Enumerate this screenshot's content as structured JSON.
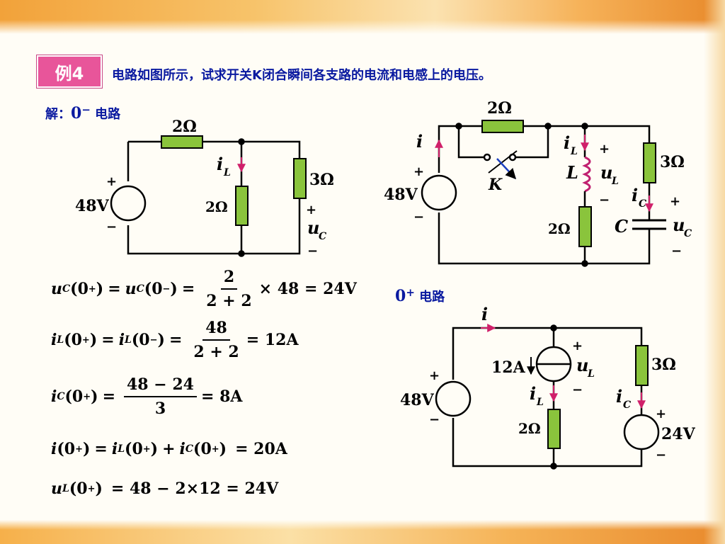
{
  "badge": "例4",
  "problem": "电路如图所示，试求开关K闭合瞬间各支路的电流和电感上的电压。",
  "solution_label": "解：",
  "circuit_minus_label": {
    "prefix": "0",
    "sup": "−",
    "text": " 电路"
  },
  "circuit_plus_label": {
    "prefix": "0",
    "sup": "+",
    "text": " 电路"
  },
  "left_circuit": {
    "r_top": "2Ω",
    "r_mid": "2Ω",
    "r_right": "3Ω",
    "source": "48V",
    "plus": "+",
    "minus": "−",
    "i_l": "i",
    "i_l_sub": "L",
    "u_c": "u",
    "u_c_sub": "C"
  },
  "right_circuit": {
    "r_top": "2Ω",
    "r_bottom": "2Ω",
    "r_right": "3Ω",
    "source": "48V",
    "plus": "+",
    "minus": "−",
    "switch": "K",
    "inductor": "L",
    "capacitor": "C",
    "i": "i",
    "i_l": "i",
    "i_l_sub": "L",
    "u_l": "u",
    "u_l_sub": "L",
    "i_c": "i",
    "i_c_sub": "C",
    "u_c": "u",
    "u_c_sub": "C"
  },
  "plus_circuit": {
    "source": "48V",
    "current_source": "12A",
    "voltage_source": "24V",
    "r_mid": "2Ω",
    "r_right": "3Ω",
    "plus": "+",
    "minus": "−",
    "i": "i",
    "i_l": "i",
    "i_l_sub": "L",
    "u_l": "u",
    "u_l_sub": "L",
    "i_c": "i",
    "i_c_sub": "C"
  },
  "equations": {
    "eq1": {
      "lhs_v": "u",
      "lhs_sub": "C",
      "arg1": "(0",
      "sup1": "+",
      "mid_v": "u",
      "mid_sub": "C",
      "arg2": "(0",
      "sup2": "−",
      "num": "2",
      "den": "2 + 2",
      "tail": "× 48 = 24V"
    },
    "eq2": {
      "lhs_v": "i",
      "lhs_sub": "L",
      "arg1": "(0",
      "sup1": "+",
      "mid_v": "i",
      "mid_sub": "L",
      "arg2": "(0",
      "sup2": "−",
      "num": "48",
      "den": "2 + 2",
      "tail": "= 12A"
    },
    "eq3": {
      "lhs_v": "i",
      "lhs_sub": "C",
      "arg1": "(0",
      "sup1": "+",
      "num": "48 − 24",
      "den": "3",
      "tail": "= 8A"
    },
    "eq4": {
      "a_v": "i",
      "arg": "(0",
      "sup": "+",
      "b_v": "i",
      "b_sub": "L",
      "c_v": "i",
      "c_sub": "C",
      "tail": "= 20A"
    },
    "eq5": {
      "lhs_v": "u",
      "lhs_sub": "L",
      "arg": "(0",
      "sup": "+",
      "tail": "= 48 − 2×12 = 24V"
    }
  },
  "colors": {
    "badge": "#e8559a",
    "blue_text": "#0a1aa0",
    "resistor": "#8ac43c",
    "arrow": "#d0206a",
    "wire": "#000000"
  }
}
